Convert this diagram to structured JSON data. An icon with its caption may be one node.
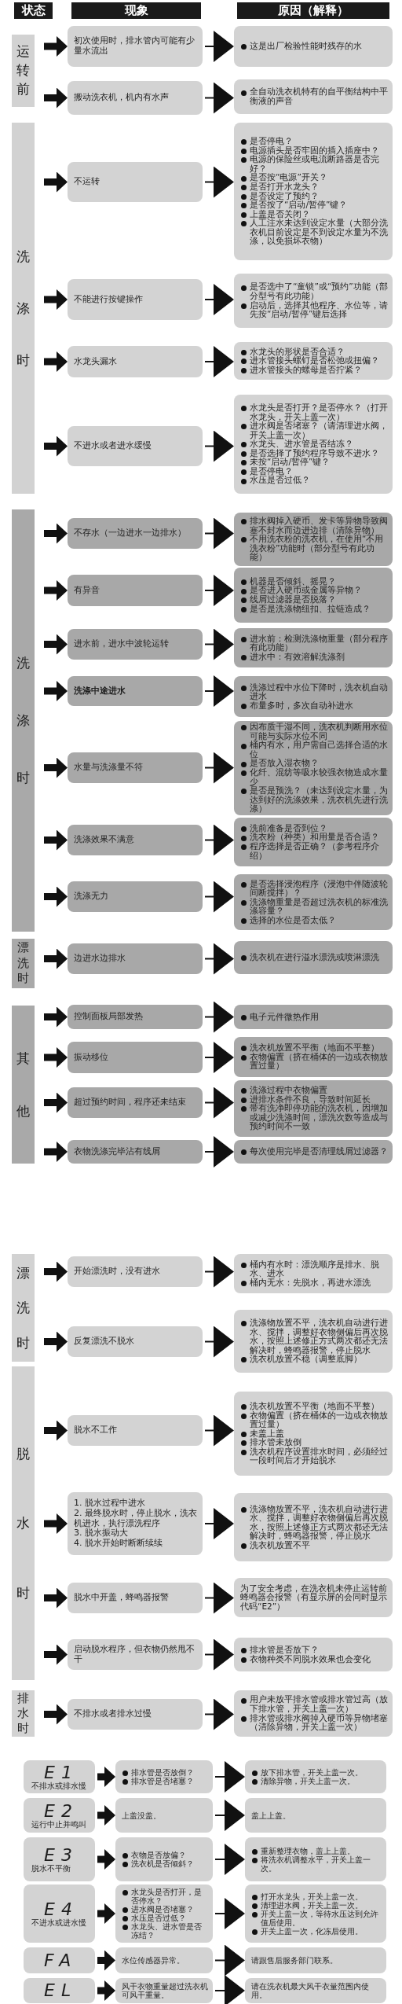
{
  "diagram": {
    "nodes": [
      {
        "text": [
          "状态"
        ]
      },
      {
        "text": [
          "现象"
        ]
      },
      {
        "text": [
          "原因（解释）"
        ]
      },
      {
        "text": [
          "运转前"
        ]
      },
      {
        "text": [
          "初次使用时，排水管内可能有少量水流出"
        ]
      },
      {
        "text": [
          "这是出厂检验性能时残存的水"
        ]
      },
      {
        "text": [
          "搬动洗衣机，机内有水声"
        ]
      },
      {
        "text": [
          "全自动洗衣机特有的自平衡结构中平衡液的声音"
        ]
      },
      {
        "text": [
          "洗涤时"
        ]
      },
      {
        "text": [
          "不运转"
        ]
      },
      {
        "text": [
          "是否停电？",
          "电源插头是否牢固的插入插座中？",
          "电源的保险丝或电流断路器是否完好？",
          "是否按“电源”开关？",
          "是否打开水龙头？",
          "是否设定了预约？",
          "是否按了“启动/暂停”键？",
          "上盖是否关闭？",
          "人工注水未达到设定水量（大部分洗衣机目前设定是不到设定水量为不洗涤，以免损坏衣物）"
        ]
      },
      {
        "text": [
          "不能进行按键操作"
        ]
      },
      {
        "text": [
          "是否选中了“童锁”或“预约”功能（部分型号有此功能）",
          "启动后，选择其他程序、水位等，请先按“启动/暂停”键后选择"
        ]
      },
      {
        "text": [
          "水龙头漏水"
        ]
      },
      {
        "text": [
          "水龙头的形状是否合适？",
          "进水管接头螺钉是否松弛或扭偏？",
          "进水管接头的螺母是否拧紧？"
        ]
      },
      {
        "text": [
          "不进水或者进水缓慢"
        ]
      },
      {
        "text": [
          "水龙头是否打开？是否停水？（打开水龙头，开关上盖一次）",
          "进水阀是否堵塞？（请清理进水阀，开关上盖一次）",
          "水龙头、进水管是否结冻？",
          "是否选择了预约程序导致不进水？",
          "未按“启动/暂停”键？",
          "是否停电？",
          "水压是否过低？"
        ]
      },
      {
        "text": [
          "洗涤时"
        ]
      },
      {
        "text": [
          "不存水（一边进水一边排水）"
        ]
      },
      {
        "text": [
          "排水阀掉入硬币、发卡等异物导致阀塞不封水而边进边排（清除异物）",
          "不用洗衣粉的洗衣机，在使用“不用洗衣粉”功能时（部分型号有此功能）"
        ]
      },
      {
        "text": [
          "有异音"
        ]
      },
      {
        "text": [
          "机器是否倾斜、摇晃？",
          "是否进入硬币或金属等异物？",
          "线屑过滤器是否脱落？",
          "是否是洗涤物纽扣、拉链造成？"
        ]
      },
      {
        "text": [
          "进水前，进水中波轮运转"
        ]
      },
      {
        "text": [
          "进水前：检测洗涤物重量（部分程序有此功能）",
          "进水中：有效溶解洗涤剂"
        ]
      },
      {
        "text": [
          "洗涤中途进水"
        ]
      },
      {
        "text": [
          "洗涤过程中水位下降时，洗衣机自动进水",
          "布量多时，多次自动补进水"
        ]
      },
      {
        "text": [
          "水量与洗涤量不符"
        ]
      },
      {
        "text": [
          "因布质干湿不同，洗衣机判断用水位可能与实际水位不同",
          "桶内有水，用户需自己选择合适的水位",
          "是否放入湿衣物？",
          "化纤、混纺等吸水较强衣物造成水量少",
          "是否是预洗？（未达到设定水量，为达到好的洗涤效果，洗衣机先进行洗涤）"
        ]
      },
      {
        "text": [
          "洗涤效果不满意"
        ]
      },
      {
        "text": [
          "洗前准备是否到位？",
          "洗衣粉（种类）和用量是否合适？",
          "程序选择是否正确？（参考程序介绍）"
        ]
      },
      {
        "text": [
          "洗涤无力"
        ]
      },
      {
        "text": [
          "是否选择浸泡程序（浸泡中伴随波轮间断搅拌）？",
          "洗涤物重量是否超过洗衣机的标准洗涤容量？",
          "选择的水位是否太低？"
        ]
      },
      {
        "text": [
          "漂洗时"
        ]
      },
      {
        "text": [
          "边进水边排水"
        ]
      },
      {
        "text": [
          "洗衣机在进行溢水漂洗或喷淋漂洗"
        ]
      },
      {
        "text": [
          "其他"
        ]
      },
      {
        "text": [
          "控制面板局部发热"
        ]
      },
      {
        "text": [
          "电子元件微热作用"
        ]
      },
      {
        "text": [
          "振动移位"
        ]
      },
      {
        "text": [
          "洗衣机放置不平衡（地面不平整）",
          "衣物偏置（挤在桶体的一边或衣物放置过量）"
        ]
      },
      {
        "text": [
          "超过预约时间，程序还未结束"
        ]
      },
      {
        "text": [
          "洗涤过程中衣物偏置",
          "进排水条件不良，导致时间延长",
          "带有洗净即停功能的洗衣机，因增加或减少洗涤时间，漂洗次数等造成与预约时间不一致"
        ]
      },
      {
        "text": [
          "衣物洗涤完毕沾有线屑"
        ]
      },
      {
        "text": [
          "每次使用完毕是否清理线屑过滤器？"
        ]
      },
      {
        "text": [
          "漂洗时"
        ]
      },
      {
        "text": [
          "开始漂洗时，没有进水"
        ]
      },
      {
        "text": [
          "桶内有水时：漂洗顺序是排水、脱水、进水",
          "桶内无水：先脱水，再进水漂洗"
        ]
      },
      {
        "text": [
          "反复漂洗不脱水"
        ]
      },
      {
        "text": [
          "洗涤物放置不平，洗衣机自动进行进水、搅拌，调整好衣物侧偏后再次脱水，按照上述修正方式两次都还无法解决时，蜂鸣器报警，停止脱水",
          "洗衣机放置不稳（调整底脚）"
        ]
      },
      {
        "text": [
          "脱水时"
        ]
      },
      {
        "text": [
          "脱水不工作"
        ]
      },
      {
        "text": [
          "洗衣机放置不平衡（地面不平整）",
          "衣物偏置（挤在桶体的一边或衣物放置过量）",
          "未盖上盖",
          "排水管未放倒",
          "洗衣机程序设置排水时间，必须经过一段时间后才开始脱水"
        ]
      },
      {
        "text": [
          "1. 脱水过程中进水",
          "2. 最终脱水时，停止脱水，洗衣机进水，执行漂洗程序",
          "3. 脱水振动大",
          "4. 脱水开始时断断续续"
        ]
      },
      {
        "text": [
          "洗涤物放置不平，洗衣机自动进行进水、搅拌，调整好衣物侧偏后再次脱水，按照上述修正方式两次都还无法解决时，蜂鸣器报警，停止脱水",
          "洗衣机放置不平"
        ]
      },
      {
        "text": [
          "脱水中开盖，蜂鸣器报警"
        ]
      },
      {
        "text": [
          "为了安全考虑，在洗衣机未停止运转前蜂鸣器会报警（有显示屏的会同时显示代码“E2”）"
        ]
      },
      {
        "text": [
          "启动脱水程序，但衣物仍然甩不干"
        ]
      },
      {
        "text": [
          "排水管是否放下？",
          "衣物种类不同脱水效果也会变化"
        ]
      },
      {
        "text": [
          "排水时"
        ]
      },
      {
        "text": [
          "不排水或者排水过慢"
        ]
      },
      {
        "text": [
          "用户未放平排水管或排水管过高（放下排水管，开关上盖一次）",
          "排水管或排水阀掉入硬币等异物堵塞（清除异物，开关上盖一次）"
        ]
      },
      {
        "text": [
          "E1",
          "不排水或排水慢"
        ]
      },
      {
        "text": [
          "排水管是否放倒？",
          "排水管是否堵塞？"
        ]
      },
      {
        "text": [
          "放下排水管，开关上盖一次。",
          "清除异物，开关上盖一次。"
        ]
      },
      {
        "text": [
          "E2",
          "运行中止并鸣叫"
        ]
      },
      {
        "text": [
          "上盖没盖。"
        ]
      },
      {
        "text": [
          "盖上上盖。"
        ]
      },
      {
        "text": [
          "E3",
          "脱水不平衡"
        ]
      },
      {
        "text": [
          "衣物是否放偏？",
          "洗衣机是否倾斜？"
        ]
      },
      {
        "text": [
          "重新整理衣物，盖上上盖。",
          "将洗衣机调整水平，开关上盖一次。"
        ]
      },
      {
        "text": [
          "E4",
          "不进水或进水慢"
        ]
      },
      {
        "text": [
          "水龙头是否打开，是否停水？",
          "进水阀是否堵塞？",
          "水压是否过低？",
          "水龙头、进水管是否冻结？"
        ]
      },
      {
        "text": [
          "打开水龙头，开关上盖一次。",
          "清理进水阀，开关上盖一次。",
          "开关上盖一次，等待水压达到允许值后使用。",
          "开关上盖一次，化冻后使用。"
        ]
      },
      {
        "text": [
          "FA"
        ]
      },
      {
        "text": [
          "水位传感器异常。"
        ]
      },
      {
        "text": [
          "请跟售后服务部门联系。"
        ]
      },
      {
        "text": [
          "EL"
        ]
      },
      {
        "text": [
          "风干衣物重量超过洗衣机可风干重量。"
        ]
      },
      {
        "text": [
          "请在洗衣机最大风干衣量范围内使用。"
        ]
      }
    ],
    "edges": [
      {
        "from": 3,
        "to": 4,
        "arrow": "to",
        "style": "thick"
      },
      {
        "from": 4,
        "to": 5,
        "arrow": "to"
      },
      {
        "from": 3,
        "to": 6,
        "arrow": "to",
        "style": "thick"
      },
      {
        "from": 6,
        "to": 7,
        "arrow": "to"
      },
      {
        "from": 8,
        "to": 9,
        "arrow": "to",
        "style": "thick"
      },
      {
        "from": 9,
        "to": 10,
        "arrow": "to"
      },
      {
        "from": 8,
        "to": 11,
        "arrow": "to",
        "style": "thick"
      },
      {
        "from": 11,
        "to": 12,
        "arrow": "to"
      },
      {
        "from": 8,
        "to": 13,
        "arrow": "to",
        "style": "thick"
      },
      {
        "from": 13,
        "to": 14,
        "arrow": "to"
      },
      {
        "from": 8,
        "to": 15,
        "arrow": "to",
        "style": "thick"
      },
      {
        "from": 15,
        "to": 16,
        "arrow": "to"
      },
      {
        "from": 17,
        "to": 18,
        "arrow": "to",
        "style": "thick"
      },
      {
        "from": 18,
        "to": 19,
        "arrow": "to"
      },
      {
        "from": 17,
        "to": 20,
        "arrow": "to",
        "style": "thick"
      },
      {
        "from": 20,
        "to": 21,
        "arrow": "to"
      },
      {
        "from": 17,
        "to": 22,
        "arrow": "to",
        "style": "thick"
      },
      {
        "from": 22,
        "to": 23,
        "arrow": "to"
      },
      {
        "from": 17,
        "to": 24,
        "arrow": "to",
        "style": "thick"
      },
      {
        "from": 24,
        "to": 25,
        "arrow": "to"
      },
      {
        "from": 17,
        "to": 26,
        "arrow": "to",
        "style": "thick"
      },
      {
        "from": 26,
        "to": 27,
        "arrow": "to"
      },
      {
        "from": 17,
        "to": 28,
        "arrow": "to",
        "style": "thick"
      },
      {
        "from": 28,
        "to": 29,
        "arrow": "to"
      },
      {
        "from": 17,
        "to": 30,
        "arrow": "to",
        "style": "thick"
      },
      {
        "from": 30,
        "to": 31,
        "arrow": "to"
      },
      {
        "from": 32,
        "to": 33,
        "arrow": "to",
        "style": "thick"
      },
      {
        "from": 33,
        "to": 34,
        "arrow": "to"
      },
      {
        "from": 35,
        "to": 36,
        "arrow": "to",
        "style": "thick"
      },
      {
        "from": 36,
        "to": 37,
        "arrow": "to"
      },
      {
        "from": 35,
        "to": 38,
        "arrow": "to",
        "style": "thick"
      },
      {
        "from": 38,
        "to": 39,
        "arrow": "to"
      },
      {
        "from": 35,
        "to": 40,
        "arrow": "to",
        "style": "thick"
      },
      {
        "from": 40,
        "to": 41,
        "arrow": "to"
      },
      {
        "from": 35,
        "to": 42,
        "arrow": "to",
        "style": "thick"
      },
      {
        "from": 42,
        "to": 43,
        "arrow": "to"
      },
      {
        "from": 44,
        "to": 45,
        "arrow": "to",
        "style": "thick"
      },
      {
        "from": 45,
        "to": 46,
        "arrow": "to"
      },
      {
        "from": 44,
        "to": 47,
        "arrow": "to",
        "style": "thick"
      },
      {
        "from": 47,
        "to": 48,
        "arrow": "to"
      },
      {
        "from": 49,
        "to": 50,
        "arrow": "to",
        "style": "thick"
      },
      {
        "from": 50,
        "to": 51,
        "arrow": "to"
      },
      {
        "from": 49,
        "to": 52,
        "arrow": "to",
        "style": "thick"
      },
      {
        "from": 52,
        "to": 53,
        "arrow": "to"
      },
      {
        "from": 49,
        "to": 54,
        "arrow": "to",
        "style": "thick"
      },
      {
        "from": 54,
        "to": 55,
        "arrow": "to"
      },
      {
        "from": 49,
        "to": 56,
        "arrow": "to",
        "style": "thick"
      },
      {
        "from": 56,
        "to": 57,
        "arrow": "to"
      },
      {
        "from": 58,
        "to": 59,
        "arrow": "to",
        "style": "thick"
      },
      {
        "from": 59,
        "to": 60,
        "arrow": "to"
      },
      {
        "from": 61,
        "to": 62,
        "arrow": "to",
        "style": "thick"
      },
      {
        "from": 62,
        "to": 63,
        "arrow": "to"
      },
      {
        "from": 64,
        "to": 65,
        "arrow": "to",
        "style": "thick"
      },
      {
        "from": 65,
        "to": 66,
        "arrow": "to"
      },
      {
        "from": 67,
        "to": 68,
        "arrow": "to",
        "style": "thick"
      },
      {
        "from": 68,
        "to": 69,
        "arrow": "to"
      },
      {
        "from": 70,
        "to": 71,
        "arrow": "to",
        "style": "thick"
      },
      {
        "from": 71,
        "to": 72,
        "arrow": "to"
      },
      {
        "from": 73,
        "to": 74,
        "arrow": "to",
        "style": "thick"
      },
      {
        "from": 74,
        "to": 75,
        "arrow": "to"
      },
      {
        "from": 76,
        "to": 77,
        "arrow": "to",
        "style": "thick"
      },
      {
        "from": 77,
        "to": 78,
        "arrow": "to"
      }
    ]
  }
}
